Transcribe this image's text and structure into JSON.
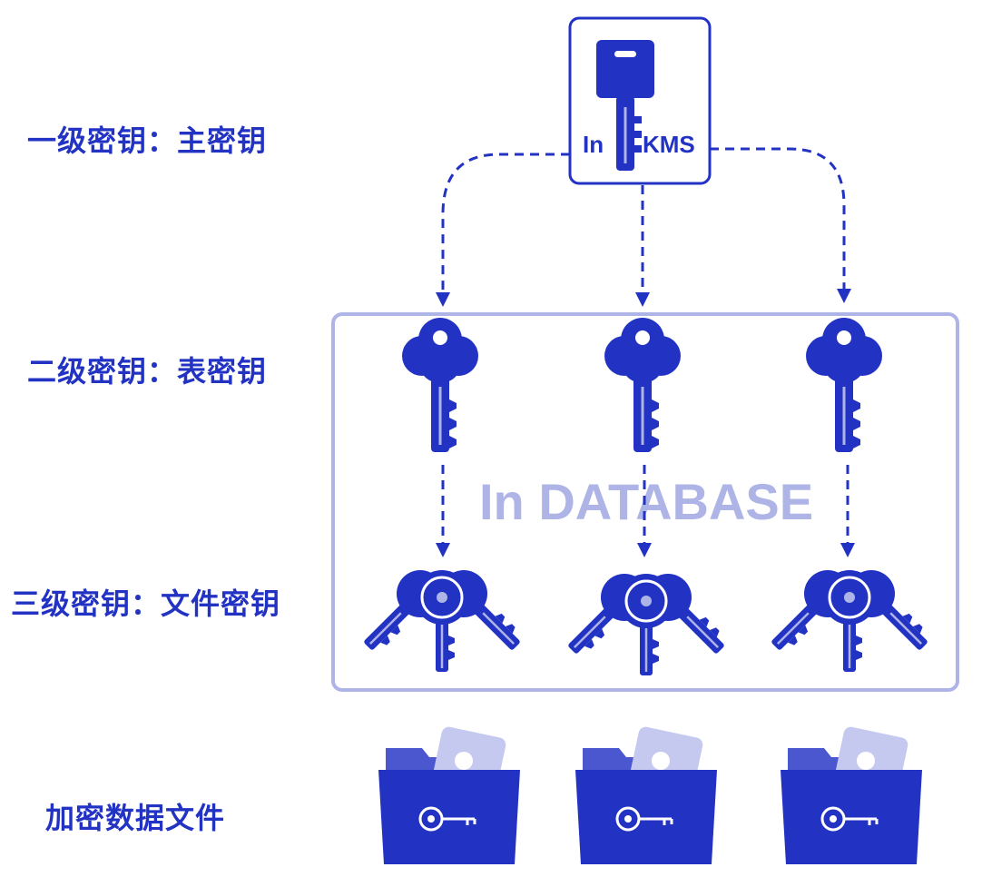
{
  "levels": {
    "level1": "一级密钥：主密钥",
    "level2": "二级密钥：表密钥",
    "level3": "三级密钥：文件密钥",
    "files": "加密数据文件"
  },
  "kms": {
    "prefix": "In",
    "suffix": "KMS"
  },
  "database": {
    "label": "In DATABASE"
  },
  "colors": {
    "primary": "#2233c4",
    "light": "#aeb4e6",
    "folder_back": "#4a57cf",
    "paper": "#c5c9f0"
  }
}
